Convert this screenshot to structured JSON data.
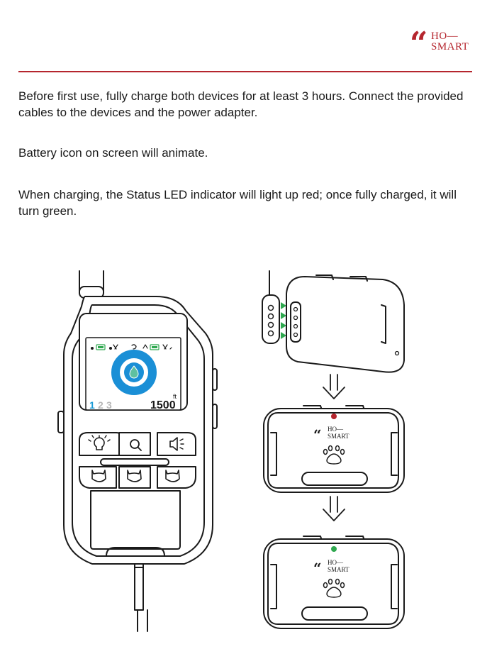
{
  "brand": {
    "quote_mark": "“",
    "line1": "HO—",
    "line2": "SMART",
    "accent_color": "#b5262e"
  },
  "instructions": [
    "Before first use, fully charge both devices for at least 3 hours. Connect the provided cables to the devices and the power adapter.",
    "Battery icon on screen will animate.",
    "When charging, the Status LED indicator will light up red; once fully charged, it will turn green."
  ],
  "remote_screen": {
    "channels": [
      "1",
      "2",
      "3"
    ],
    "active_channel_color": "#1a9ad6",
    "distance_value": "1500",
    "distance_unit": "ft",
    "ring_color": "#1a8fd6",
    "battery_color": "#2fa84f"
  },
  "icons": {
    "light": "lightbulb-icon",
    "search": "search-icon",
    "sound": "speaker-icon",
    "dog": "dog-face-icon",
    "paw": "paw-icon",
    "arrow": "down-arrow-icon"
  },
  "led": {
    "charging_color": "#b5262e",
    "charged_color": "#2fa84f",
    "contact_arrow_color": "#2fa84f"
  }
}
